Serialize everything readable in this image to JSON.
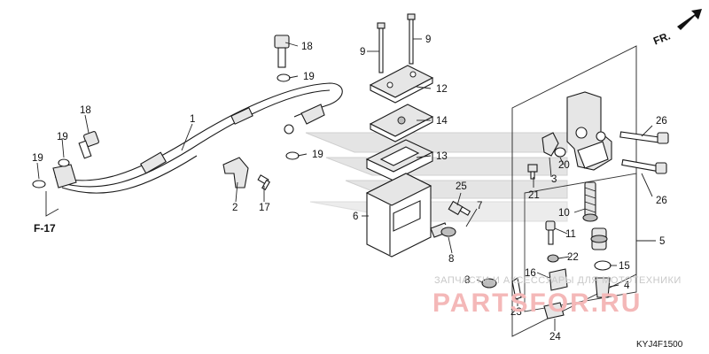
{
  "diagram": {
    "code": "KYJ4F1500",
    "front_marker": "FR.",
    "ref_marker": "F-17",
    "callouts": [
      {
        "id": "c1",
        "text": "1"
      },
      {
        "id": "c2",
        "text": "2"
      },
      {
        "id": "c3",
        "text": "3"
      },
      {
        "id": "c4",
        "text": "4"
      },
      {
        "id": "c5",
        "text": "5"
      },
      {
        "id": "c6",
        "text": "6"
      },
      {
        "id": "c7",
        "text": "7"
      },
      {
        "id": "c8a",
        "text": "8"
      },
      {
        "id": "c8b",
        "text": "8"
      },
      {
        "id": "c9a",
        "text": "9"
      },
      {
        "id": "c9b",
        "text": "9"
      },
      {
        "id": "c10",
        "text": "10"
      },
      {
        "id": "c11",
        "text": "11"
      },
      {
        "id": "c12",
        "text": "12"
      },
      {
        "id": "c13",
        "text": "13"
      },
      {
        "id": "c14",
        "text": "14"
      },
      {
        "id": "c15",
        "text": "15"
      },
      {
        "id": "c16",
        "text": "16"
      },
      {
        "id": "c17",
        "text": "17"
      },
      {
        "id": "c18a",
        "text": "18"
      },
      {
        "id": "c18b",
        "text": "18"
      },
      {
        "id": "c19a",
        "text": "19"
      },
      {
        "id": "c19b",
        "text": "19"
      },
      {
        "id": "c19c",
        "text": "19"
      },
      {
        "id": "c19d",
        "text": "19"
      },
      {
        "id": "c20",
        "text": "20"
      },
      {
        "id": "c21",
        "text": "21"
      },
      {
        "id": "c22",
        "text": "22"
      },
      {
        "id": "c23",
        "text": "23"
      },
      {
        "id": "c24",
        "text": "24"
      },
      {
        "id": "c25",
        "text": "25"
      },
      {
        "id": "c26a",
        "text": "26"
      },
      {
        "id": "c26b",
        "text": "26"
      }
    ]
  },
  "watermark": {
    "tagline": "ЗАПЧАСТИ И АКСЕССУАРЫ ДЛЯ МОТОТЕХНИКИ",
    "site": "PARTSFOR.RU",
    "colors": {
      "logo": "#e4e4e4",
      "site": "#f4b8b8"
    }
  }
}
